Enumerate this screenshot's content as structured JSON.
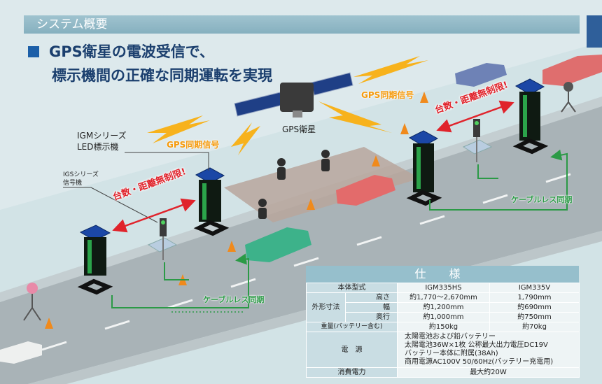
{
  "header": {
    "section_title": "システム概要"
  },
  "headline": {
    "line1": "GPS衛星の電波受信で、",
    "line2": "標示機間の正確な同期運転を実現"
  },
  "labels": {
    "gps_satellite": "GPS衛星",
    "gps_sync_signal_left": "GPS同期信号",
    "gps_sync_signal_right": "GPS同期信号",
    "igm_series_line1": "IGMシリーズ",
    "igm_series_line2": "LED標示機",
    "igs_series_line1": "IGSシリーズ",
    "igs_series_line2": "信号機",
    "unlimited_left": "台数・距離無制限!",
    "unlimited_right": "台数・距離無制限!",
    "cableless_left": "ケーブルレス同期",
    "cableless_right": "ケーブルレス同期"
  },
  "spec": {
    "title": "仕 様",
    "rows": {
      "model": {
        "label": "本体型式",
        "hs": "IGM335HS",
        "v": "IGM335V"
      },
      "dims_group": "外形寸法",
      "height": {
        "label": "高さ",
        "hs": "約1,770～2,670mm",
        "v": "1,790mm"
      },
      "width": {
        "label": "幅",
        "hs": "約1,200mm",
        "v": "約690mm"
      },
      "depth": {
        "label": "奥行",
        "hs": "約1,000mm",
        "v": "約750mm"
      },
      "weight": {
        "label": "重量(バッテリー含む)",
        "hs": "約150kg",
        "v": "約70kg"
      },
      "power": {
        "label": "電　源",
        "line1": "太陽電池および鉛バッテリー",
        "line2": "太陽電池36W×1枚  公称最大出力電圧DC19V",
        "line3": "バッテリー本体に附属(38Ah)",
        "line4": "商用電源AC100V  50/60Hz(バッテリー充電用)"
      },
      "consumption": {
        "label": "消費電力",
        "value": "最大約20W"
      }
    }
  },
  "colors": {
    "road": "#a9b3b7",
    "verge": "#d2e3e6",
    "headline": "#1b3f6e",
    "accent_blue": "#1c5fa8",
    "signal_orange": "#f59a0c",
    "cableless_green": "#2b9a46",
    "unlimited_red": "#e0232b",
    "spec_header": "#96bfcc"
  }
}
